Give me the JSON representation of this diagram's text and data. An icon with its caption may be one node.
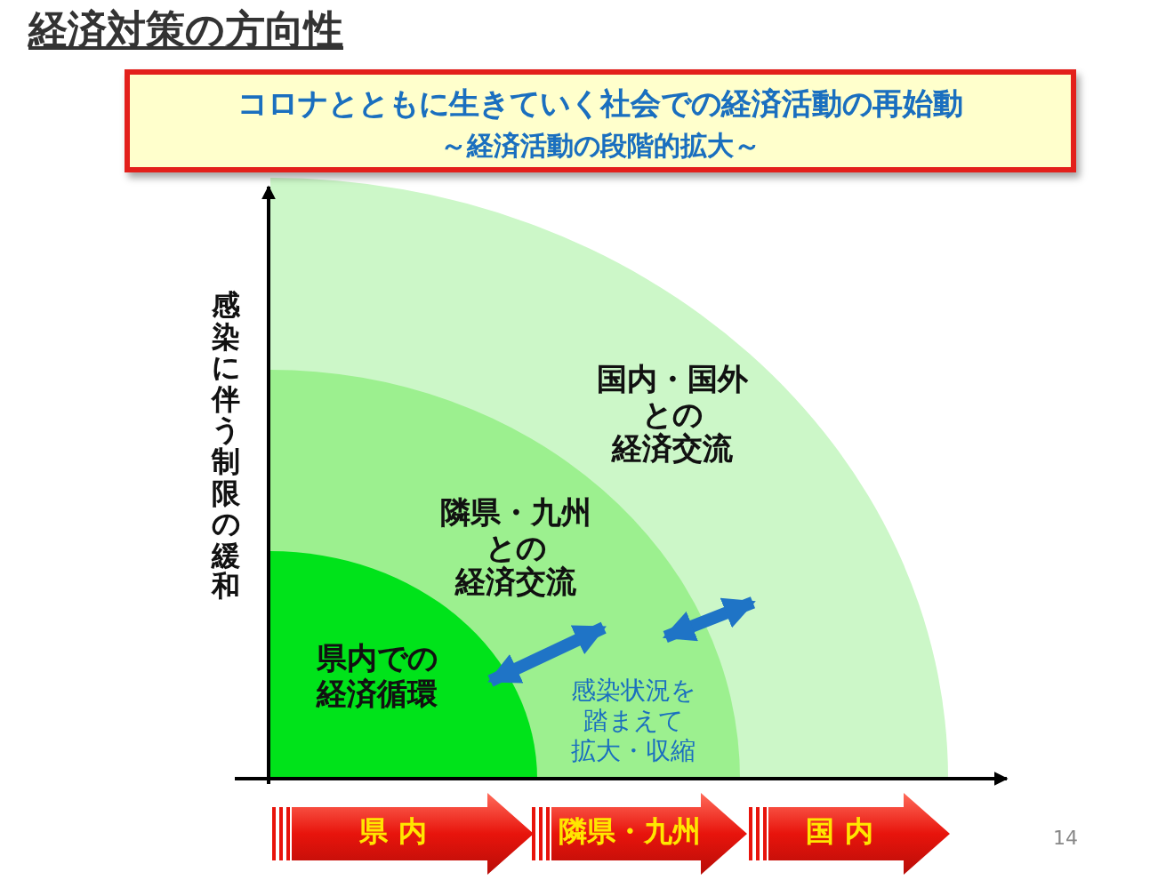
{
  "diagram": {
    "title": "経済対策の方向性",
    "nodes": [
      {
        "text": [
          "コロナとともに生きていく社会での経済活動の再始動",
          "～経済活動の段階的拡大～"
        ]
      },
      {
        "text": [
          "国内・国外との経済交流"
        ]
      },
      {
        "text": [
          "隣県・九州との経済交流"
        ],
        "in": 1
      },
      {
        "text": [
          "県内での経済循環"
        ],
        "in": 2
      },
      {
        "text": [
          "県 内"
        ]
      },
      {
        "text": [
          "隣県・九州"
        ]
      },
      {
        "text": [
          "国 内"
        ]
      }
    ],
    "edges": [
      {
        "from": 3,
        "to": 2,
        "arrow": "both"
      },
      {
        "from": 2,
        "to": 1,
        "arrow": "both"
      }
    ],
    "labels": [
      "感染に伴う制限の緩和",
      "感染状況を踏まえて拡大・収縮",
      "14"
    ]
  }
}
